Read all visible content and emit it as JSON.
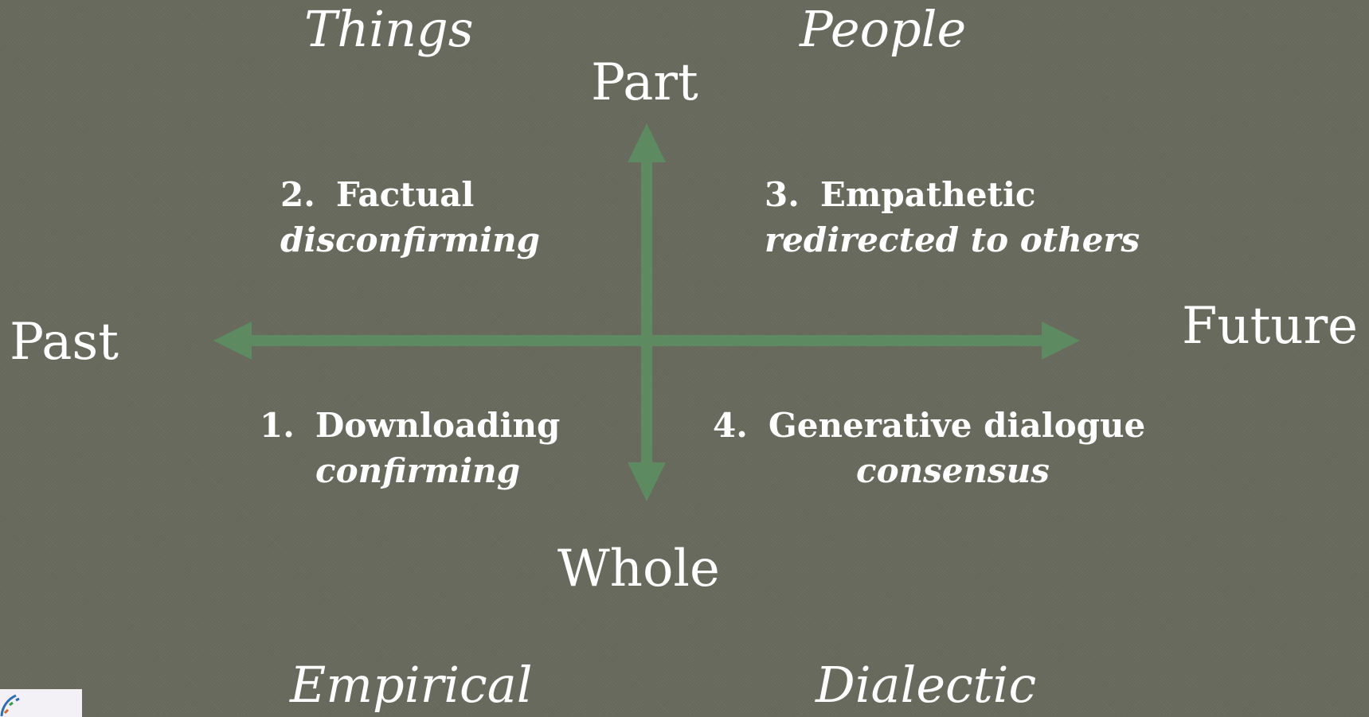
{
  "corners": {
    "top_left": "Things",
    "top_right": "People",
    "bottom_left": "Empirical",
    "bottom_right": "Dialectic"
  },
  "axes": {
    "top": "Part",
    "bottom": "Whole",
    "left": "Past",
    "right": "Future",
    "arrow_color": "#5e8a62"
  },
  "quadrants": {
    "q1": {
      "number": "1.",
      "title": "Downloading",
      "subtitle": "confirming"
    },
    "q2": {
      "number": "2.",
      "title": "Factual",
      "subtitle": "disconfirming"
    },
    "q3": {
      "number": "3.",
      "title": "Empathetic",
      "subtitle": "redirected to others"
    },
    "q4": {
      "number": "4.",
      "title": "Generative dialogue",
      "subtitle": "consensus"
    }
  },
  "logo": {
    "icon": "partial-logo-icon"
  }
}
